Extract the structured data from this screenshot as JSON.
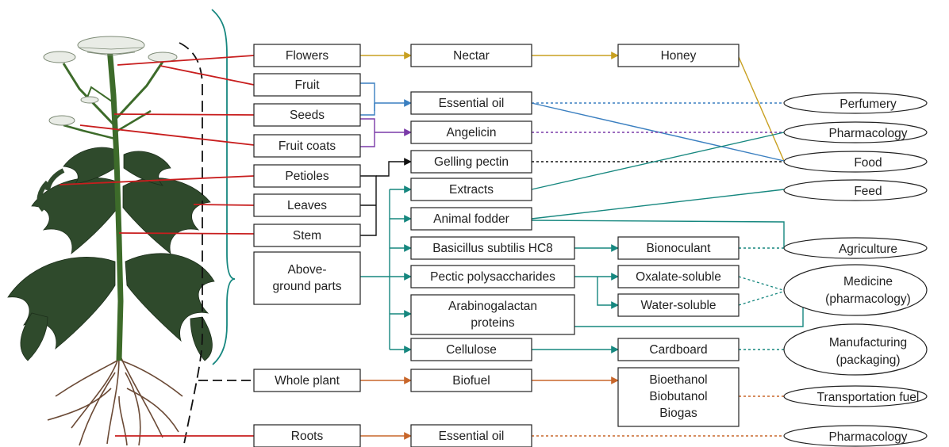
{
  "colors": {
    "red": "#c81e1e",
    "gold": "#c8a020",
    "blue": "#3a7fc0",
    "purple": "#7a3aa8",
    "black": "#111111",
    "teal": "#16877f",
    "orange": "#c8662a",
    "stem_green": "#3d6b2a",
    "leaf_green": "#2f4a2c",
    "root_brown": "#6b4a36"
  },
  "parts": {
    "flowers": "Flowers",
    "fruit": "Fruit",
    "seeds": "Seeds",
    "fruit_coats": "Fruit coats",
    "petioles": "Petioles",
    "leaves": "Leaves",
    "stem": "Stem",
    "above_ground": [
      "Above-",
      "ground parts"
    ],
    "whole_plant": "Whole plant",
    "roots": "Roots"
  },
  "products": {
    "nectar": "Nectar",
    "essential_oil_1": "Essential oil",
    "angelicin": "Angelicin",
    "gelling_pectin": "Gelling pectin",
    "extracts": "Extracts",
    "animal_fodder": "Animal fodder",
    "basicillus": "Basicillus subtilis HC8",
    "pectic": "Pectic polysaccharides",
    "arabinogalactan": [
      "Arabinogalactan",
      "proteins"
    ],
    "cellulose": "Cellulose",
    "biofuel": "Biofuel",
    "essential_oil_2": "Essential oil"
  },
  "derived": {
    "honey": "Honey",
    "bionoculant": "Bionoculant",
    "oxalate": "Oxalate-soluble",
    "water": "Water-soluble",
    "cardboard": "Cardboard",
    "fuels": [
      "Bioethanol",
      "Biobutanol",
      "Biogas"
    ]
  },
  "applications": {
    "perfumery": "Perfumery",
    "pharmacology_1": "Pharmacology",
    "food": "Food",
    "feed": "Feed",
    "agriculture": "Agriculture",
    "medicine": [
      "Medicine",
      "(pharmacology)"
    ],
    "manufacturing": [
      "Manufacturing",
      "(packaging)"
    ],
    "transportation": "Transportation fuel",
    "pharmacology_2": "Pharmacology"
  }
}
